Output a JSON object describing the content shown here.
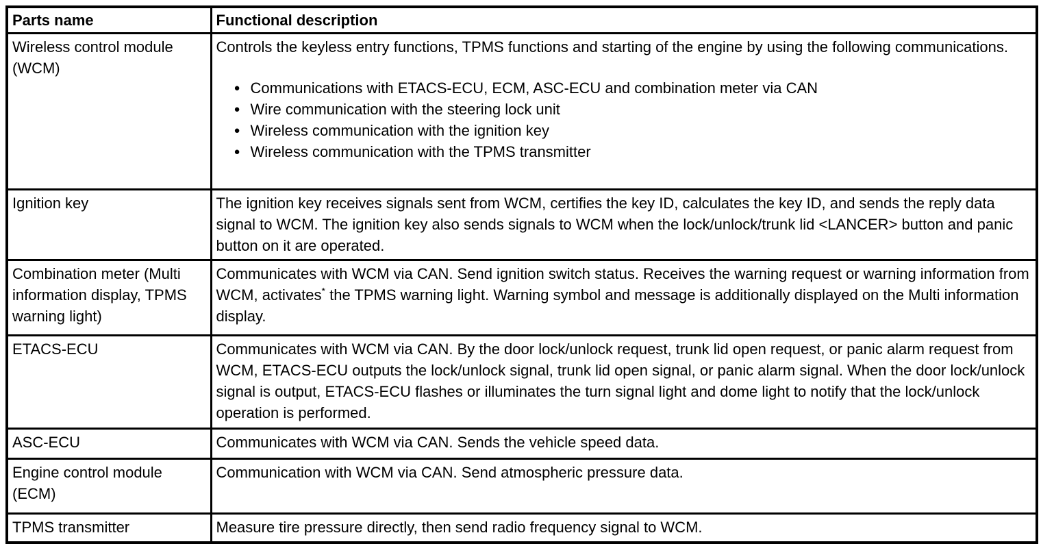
{
  "icons": {
    "bullet": "●"
  },
  "table": {
    "headers": [
      "Parts name",
      "Functional description"
    ],
    "rows": [
      {
        "part": "Wireless control module (WCM)",
        "description": "Controls the keyless entry functions, TPMS functions and starting of the engine by using the following communications.",
        "bullets": [
          "Communications with ETACS-ECU, ECM, ASC-ECU and combination meter via CAN",
          "Wire communication with the steering lock unit",
          "Wireless communication with the ignition key",
          "Wireless communication with the TPMS transmitter"
        ]
      },
      {
        "part": "Ignition key",
        "description": "The ignition key receives signals sent from WCM, certifies the key ID, calculates the key ID, and sends the reply data signal to WCM. The ignition key also sends signals to WCM when the lock/unlock/trunk lid <LANCER> button and panic button on it are operated."
      },
      {
        "part": "Combination meter (Multi information display, TPMS warning light)",
        "desc_pre": "Communicates with WCM via CAN. Send ignition switch status. Receives the warning request or warning information from WCM, activates",
        "desc_sup": "*",
        "desc_post": " the TPMS warning light. Warning symbol and message is additionally displayed on the Multi information display."
      },
      {
        "part": "ETACS-ECU",
        "description": "Communicates with WCM via CAN. By the door lock/unlock request, trunk lid open request, or panic alarm request from WCM, ETACS-ECU outputs the lock/unlock signal, trunk lid open signal, or panic alarm signal. When the door lock/unlock signal is output, ETACS-ECU flashes or illuminates the turn signal light and dome light to notify that the lock/unlock operation is performed."
      },
      {
        "part": "ASC-ECU",
        "description": "Communicates with WCM via CAN. Sends the vehicle speed data."
      },
      {
        "part": "Engine control module (ECM)",
        "description": "Communication with WCM via CAN. Send atmospheric pressure data."
      },
      {
        "part": "TPMS transmitter",
        "description": "Measure tire pressure directly, then send radio frequency signal to WCM."
      }
    ]
  }
}
